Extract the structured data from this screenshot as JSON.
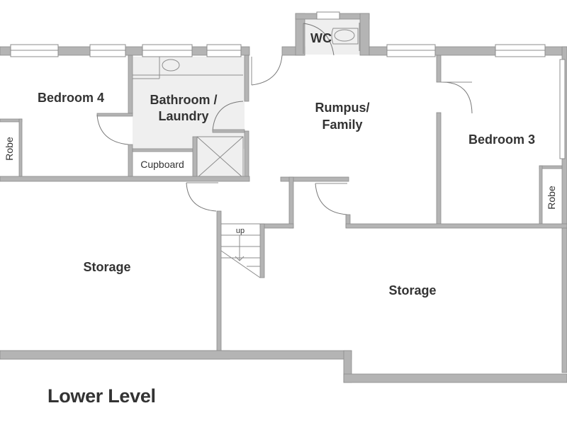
{
  "plan": {
    "title": "Lower Level",
    "colors": {
      "wall": "#b4b4b4",
      "wall_stroke": "#8c8c8c",
      "wet_area": "#efefef",
      "text": "#333333"
    },
    "rooms": {
      "bedroom4": "Bedroom 4",
      "bathroom_line1": "Bathroom /",
      "bathroom_line2": "Laundry",
      "wc": "WC",
      "rumpus_line1": "Rumpus/",
      "rumpus_line2": "Family",
      "bedroom3": "Bedroom 3",
      "robe_left": "Robe",
      "robe_right": "Robe",
      "cupboard": "Cupboard",
      "storage_left": "Storage",
      "storage_right": "Storage"
    },
    "stairs": {
      "label": "up"
    }
  }
}
